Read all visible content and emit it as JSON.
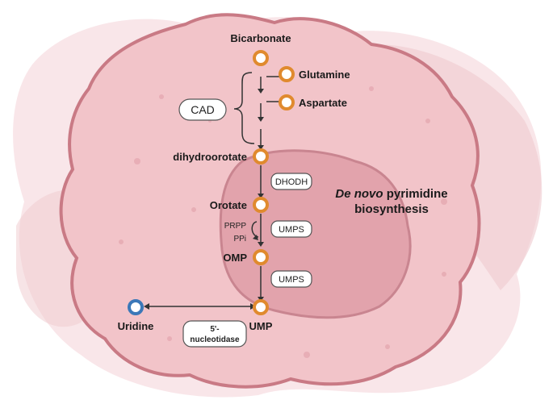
{
  "metabolites": {
    "bicarbonate": "Bicarbonate",
    "glutamine": "Glutamine",
    "aspartate": "Aspartate",
    "dihydroorotate": "dihydroorotate",
    "orotate": "Orotate",
    "omp": "OMP",
    "ump": "UMP",
    "uridine": "Uridine"
  },
  "enzymes": {
    "cad": "CAD",
    "dhodh": "DHODH",
    "umps_1": "UMPS",
    "umps_2": "UMPS",
    "nucleotidase_line1": "5'-",
    "nucleotidase_line2": "nucleotidase"
  },
  "cofactors": {
    "prpp": "PRPP",
    "ppi": "PPi"
  },
  "title": {
    "italic_part": "De novo",
    "rest_line1": " pyrimidine",
    "line2": "biosynthesis"
  },
  "colors": {
    "cell_fill": "#f2c4c9",
    "cell_stroke": "#c97a85",
    "nucleus_fill": "#e2a3ac",
    "metabolite_orange": "#e08a2e",
    "metabolite_blue": "#3b78b8"
  }
}
